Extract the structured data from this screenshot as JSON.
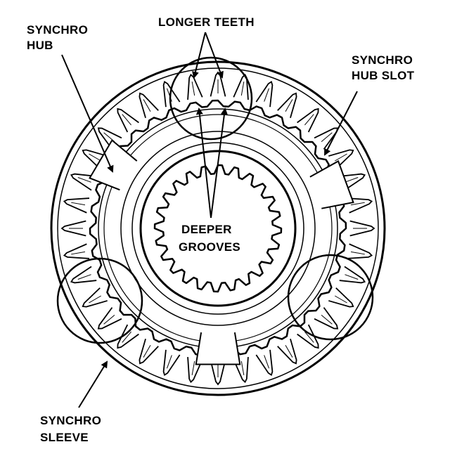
{
  "labels": {
    "synchro_hub": [
      "SYNCHRO",
      "HUB"
    ],
    "longer_teeth": "LONGER TEETH",
    "synchro_hub_slot": [
      "SYNCHRO",
      "HUB SLOT"
    ],
    "deeper_grooves": [
      "DEEPER",
      "GROOVES"
    ],
    "synchro_sleeve": [
      "SYNCHRO",
      "SLEEVE"
    ]
  },
  "colors": {
    "ink": "#000000",
    "paper": "#ffffff"
  },
  "figure": {
    "outer_teeth_count": 36,
    "spline_teeth_count": 24,
    "hub_slot_count": 3,
    "detail_circle_count": 3
  }
}
